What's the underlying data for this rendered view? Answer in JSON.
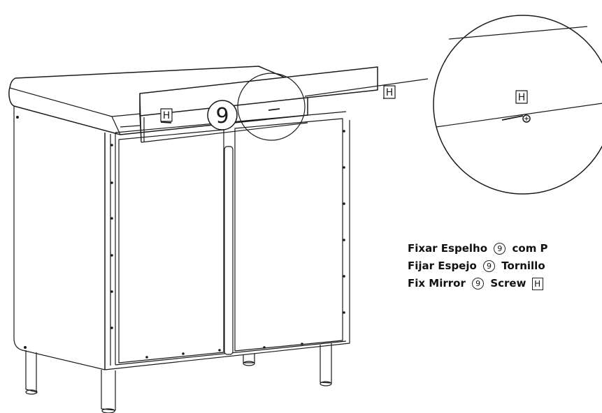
{
  "labels": {
    "part_mirror": "9",
    "fastener": "H"
  },
  "instructions": [
    {
      "prefix": "Fixar Espelho",
      "middle": "com P"
    },
    {
      "prefix": "Fijar Espejo",
      "middle": "Tornillo"
    },
    {
      "prefix": "Fix Mirror",
      "middle": "Screw"
    }
  ],
  "colors": {
    "line": "#1a1a1a",
    "background": "#ffffff"
  }
}
